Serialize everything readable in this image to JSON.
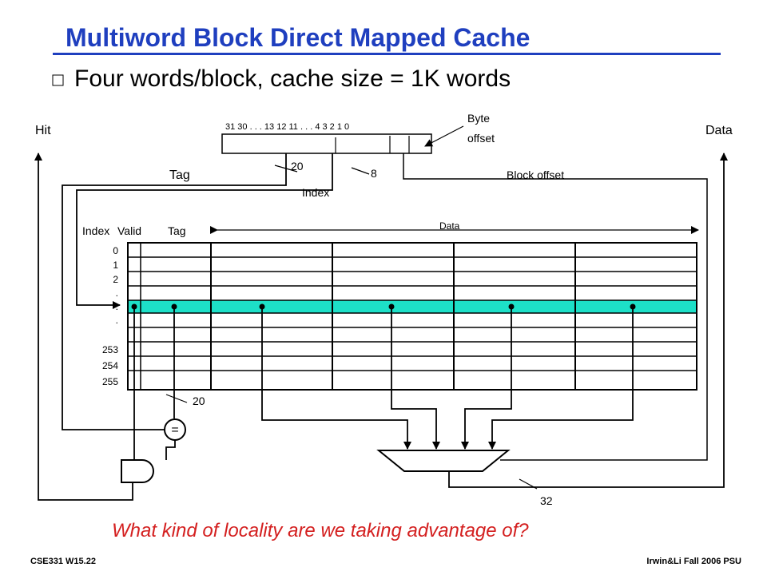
{
  "title": "Multiword Block Direct Mapped Cache",
  "bullet": "Four  words/block, cache size = 1K words",
  "colors": {
    "title": "#1f3fbf",
    "question": "#d42020",
    "highlight_row": "#1de0c8",
    "rule": "#1f3fbf"
  },
  "labels": {
    "hit": "Hit",
    "data_out": "Data",
    "byte_offset_1": "Byte",
    "byte_offset_2": "offset",
    "bit_positions": "31 30  . . .      13 12  11   . . .   4   3  2   1  0",
    "tag": "Tag",
    "tag_width": "20",
    "index": "Index",
    "index_width": "8",
    "block_offset": "Block offset",
    "col_index": "Index",
    "col_valid": "Valid",
    "col_tag": "Tag",
    "col_data": "Data",
    "compare_width": "20",
    "compare_symbol": "=",
    "mux_width": "32"
  },
  "row_labels": [
    "0",
    "1",
    "2",
    ".",
    ".",
    ".",
    "253",
    "254",
    "255"
  ],
  "question": "What kind of locality are we taking advantage of?",
  "footer_left": "CSE331  W15.22",
  "footer_right": "Irwin&Li Fall 2006 PSU"
}
